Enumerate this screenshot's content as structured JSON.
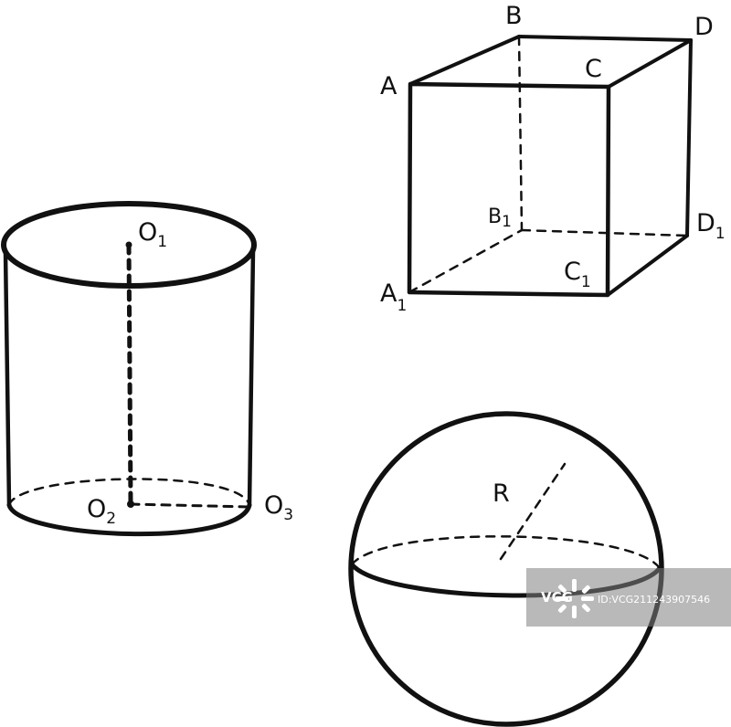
{
  "cylinder": {
    "top_center": {
      "main": "O",
      "sub": "1"
    },
    "bottom_center": {
      "main": "O",
      "sub": "2"
    },
    "rim_point": {
      "main": "O",
      "sub": "3"
    }
  },
  "cube": {
    "A": {
      "main": "A",
      "sub": ""
    },
    "B": {
      "main": "B",
      "sub": ""
    },
    "C": {
      "main": "C",
      "sub": ""
    },
    "D": {
      "main": "D",
      "sub": ""
    },
    "A1": {
      "main": "A",
      "sub": "1"
    },
    "B1": {
      "main": "B",
      "sub": "1"
    },
    "C1": {
      "main": "C",
      "sub": "1"
    },
    "D1": {
      "main": "D",
      "sub": "1"
    }
  },
  "sphere": {
    "radius": {
      "main": "R",
      "sub": ""
    }
  },
  "watermark": {
    "logo": "VCG",
    "id": "ID:VCG211243907546"
  }
}
